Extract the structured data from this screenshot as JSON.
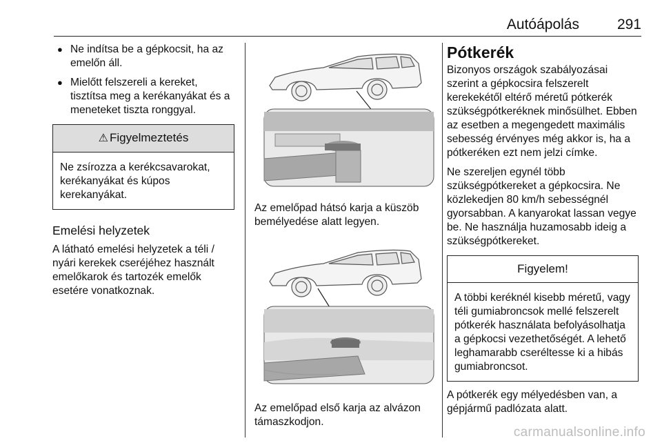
{
  "header": {
    "section": "Autóápolás",
    "page_number": "291"
  },
  "col1": {
    "bullets": [
      "Ne indítsa be a gépkocsit, ha az emelőn áll.",
      "Mielőtt felszereli a kereket, tisztítsa meg a kerékanyákat és a meneteket tiszta ronggyal."
    ],
    "warning": {
      "icon": "warning-triangle-icon",
      "title": "Figyelmeztetés",
      "text": "Ne zsírozza a kerékcsavarokat, kerékanyákat és kúpos kerekanyákat."
    },
    "heading": "Emelési helyzetek",
    "paragraph": "A látható emelési helyzetek a téli / nyári kerekek cseréjéhez használt emelőkarok és tartozék emelők esetére vonatkoznak."
  },
  "col2": {
    "caption1": "Az emelőpad hátsó karja a küszöb bemélyedése alatt legyen.",
    "caption2": "Az emelőpad első karja az alvázon támaszkodjon."
  },
  "col3": {
    "title": "Pótkerék",
    "para1": "Bizonyos országok szabályozásai szerint a gépkocsira felszerelt kerekekétől eltérő méretű pótkerék szükségpótkeréknek minősülhet. Ebben az esetben a megengedett maximális sebesség érvényes még akkor is, ha a pótkeréken ezt nem jelzi címke.",
    "para2": "Ne szereljen egynél több szükségpótkereket a gépkocsira. Ne közlekedjen 80 km/h sebességnél gyorsabban. A kanyarokat lassan vegye be. Ne használja huzamosabb ideig a szükségpótkereket.",
    "notice": {
      "title": "Figyelem!",
      "text": "A többi keréknél kisebb méretű, vagy téli gumiabroncsok mellé felszerelt pótkerék használata befolyásolhatja a gépkocsi vezethetőségét. A lehető leghamarabb cseréltesse ki a hibás gumiabroncsot."
    },
    "para3": "A pótkerék egy mélyedésben van, a gépjármű padlózata alatt."
  },
  "watermark": "carmanualsonline.info"
}
